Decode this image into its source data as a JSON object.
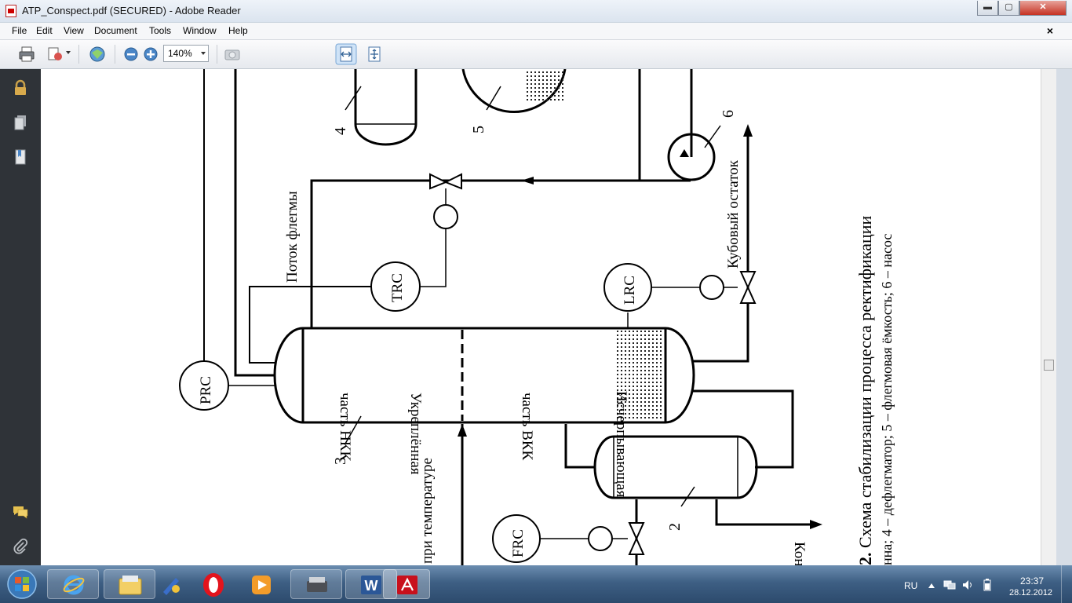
{
  "window": {
    "title": "ATP_Conspect.pdf (SECURED) - Adobe Reader",
    "buttons": {
      "minimize": "▬",
      "maximize": "▢",
      "close": "✕"
    }
  },
  "menu": {
    "items": [
      "File",
      "Edit",
      "View",
      "Document",
      "Tools",
      "Window",
      "Help"
    ],
    "close_doc": "×"
  },
  "toolbar": {
    "zoom_value": "140%",
    "icons": [
      "printer-icon",
      "share-icon",
      "collaborate-icon",
      "zoom-out-icon",
      "zoom-in-icon",
      "snapshot-icon",
      "fit-width-icon",
      "fit-page-icon"
    ]
  },
  "left_pane": {
    "icons": [
      "lock-icon",
      "pages-icon",
      "attachments-icon",
      "comments-icon",
      "paperclip-icon"
    ]
  },
  "diagram": {
    "labels": {
      "n4": "4",
      "n5": "5",
      "n6": "6",
      "n3": "3",
      "n2": "2",
      "prc": "PRC",
      "trc": "TRC",
      "lrc": "LRC",
      "frc": "FRC",
      "reflux_flow": "Поток флегмы",
      "bottoms": "Кубовый остаток",
      "upper_1": "Укреплённая",
      "upper_2": "часть НКК",
      "lower_1": "Исчерпывающая",
      "lower_2": "часть ВКК",
      "feed_temp": "при температуре",
      "condensate": "Конденсат"
    },
    "caption_line1_num": "2.",
    "caption_line1_text": " Схема стабилизации процесса ректификации",
    "caption_line2": "нна; 4 – дефлегматор; 5 – флегмовая ёмкость; 6 – насос"
  },
  "taskbar": {
    "apps": [
      "windows-start-icon",
      "internet-explorer-icon",
      "file-explorer-icon",
      "paint-icon",
      "opera-icon",
      "media-player-icon",
      "scanner-icon",
      "word-icon",
      "adobe-reader-icon"
    ],
    "language": "RU",
    "time": "23:37",
    "date": "28.12.2012"
  }
}
